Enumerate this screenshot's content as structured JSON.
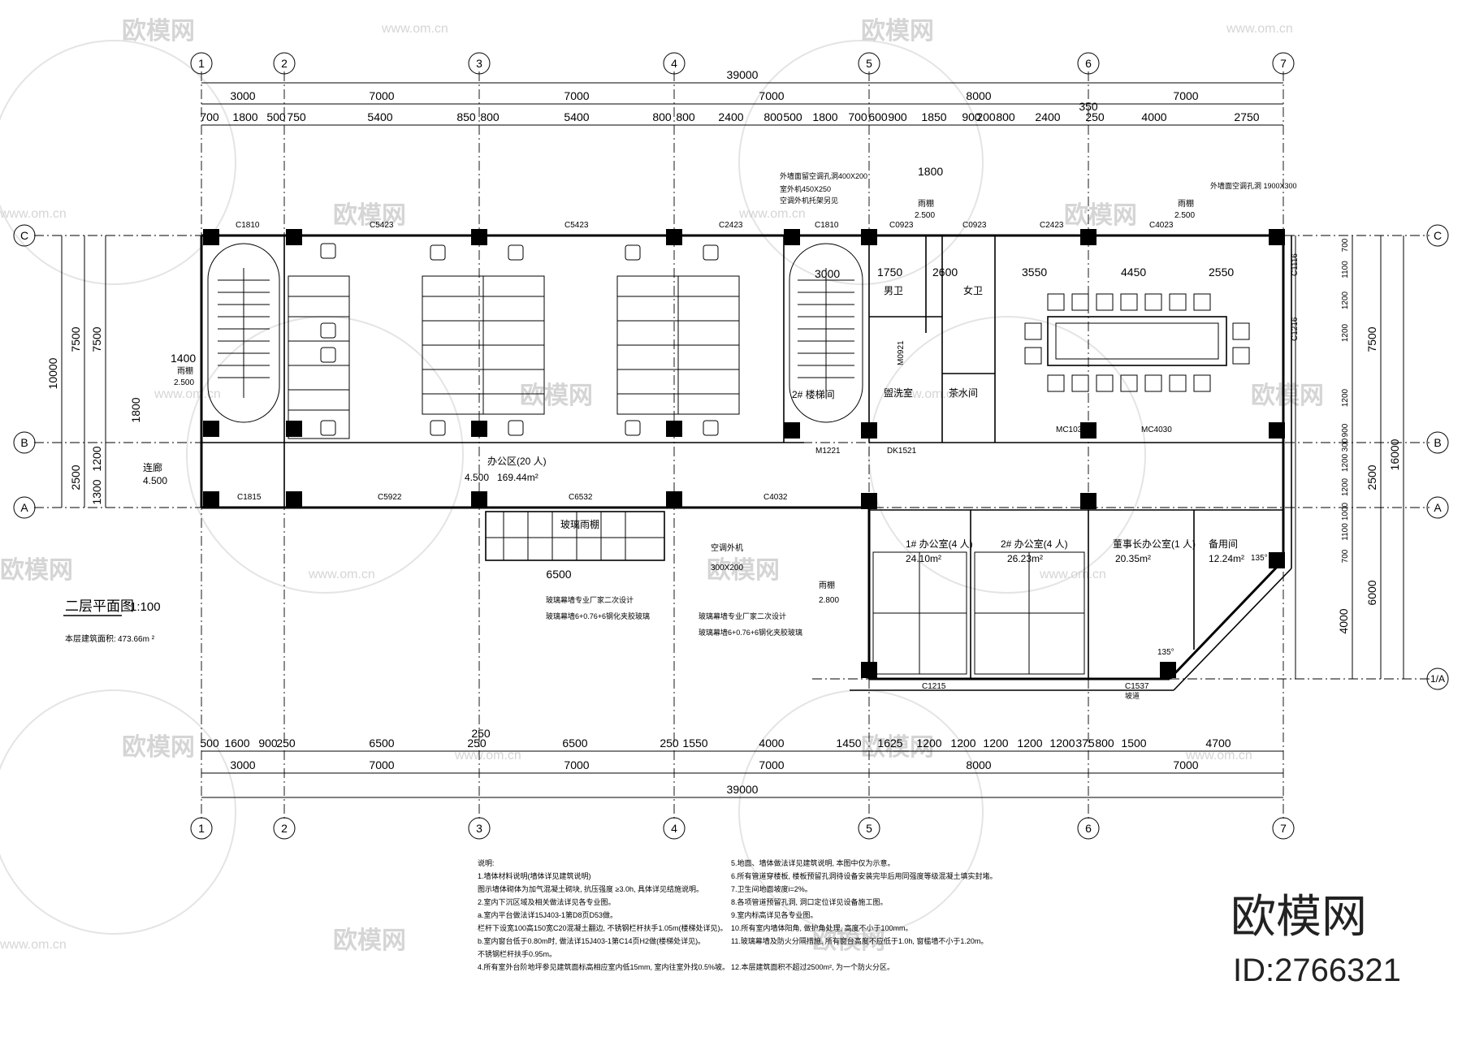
{
  "drawing": {
    "title": "二层平面图",
    "scale": "1:100",
    "area_label": "本层建筑面积:",
    "area_value": "473.66m ²"
  },
  "grid_axes": {
    "columns": [
      "1",
      "2",
      "3",
      "4",
      "5",
      "6",
      "7"
    ],
    "rows": [
      "C",
      "B",
      "A",
      "1/A"
    ]
  },
  "dimensions": {
    "overall": "39000",
    "top_bays": [
      "3000",
      "7000",
      "7000",
      "7000",
      "8000",
      "7000"
    ],
    "top_detail": [
      "700",
      "1800",
      "500",
      "750",
      "5400",
      "850",
      "800",
      "5400",
      "800",
      "800",
      "2400",
      "800",
      "500",
      "1800",
      "700",
      "600",
      "900",
      "1850",
      "900",
      "200",
      "800",
      "2400",
      "250",
      "4000",
      "2750",
      "350"
    ],
    "bottom_bays": [
      "3000",
      "7000",
      "7000",
      "7000",
      "8000",
      "7000"
    ],
    "bottom_detail": [
      "500",
      "1600",
      "900",
      "250",
      "6500",
      "250",
      "6500",
      "250",
      "1550",
      "4000",
      "1450",
      "1625",
      "1200",
      "1200",
      "1200",
      "1200",
      "1200",
      "375",
      "800",
      "1500",
      "4700",
      "250"
    ],
    "left": [
      "10000",
      "7500",
      "7500",
      "2500",
      "1300",
      "1200",
      "1800"
    ],
    "right": [
      "16000",
      "7500",
      "2500",
      "6000",
      "4000",
      "700",
      "1100",
      "1200",
      "1200",
      "1200",
      "900",
      "1200",
      "300",
      "1200",
      "1000",
      "1100",
      "700"
    ]
  },
  "rooms": {
    "office_area": "办公区(20 人)",
    "office_area_size": "169.44m²",
    "office_level": "4.500",
    "stair2": "2# 楼梯间",
    "stair2_dim": "3000",
    "mens_wc": "男卫",
    "womens_wc": "女卫",
    "cleaning": "盥洗室",
    "tea_room": "茶水间",
    "office1": "1# 办公室(4 人)",
    "office1_size": "24.10m²",
    "office2": "2# 办公室(4 人)",
    "office2_size": "26.23m²",
    "chairman": "董事长办公室(1 人)",
    "chairman_size": "20.35m²",
    "storage": "备用间",
    "storage_size": "12.24m²",
    "corridor": "连廊",
    "corridor_level": "4.500",
    "canopy": "雨棚",
    "canopy_level_1": "2.500",
    "canopy_level_2": "2.500",
    "canopy_level_3": "2.500",
    "canopy_level_4": "2.800",
    "glass_canopy": "玻璃雨棚",
    "outdoor_unit": "空调外机",
    "outdoor_size": "300X200"
  },
  "doors_windows": {
    "C1810a": "C1810",
    "C5423a": "C5423",
    "C5423b": "C5423",
    "C2423a": "C2423",
    "C1810b": "C1810",
    "C0923a": "C0923",
    "C0923b": "C0923",
    "C2423b": "C2423",
    "C4023": "C4023",
    "C1815": "C1815",
    "C5922": "C5922",
    "C6532": "C6532",
    "C4032": "C4032",
    "M1221": "M1221",
    "MC1030": "MC1030",
    "MC4030": "MC4030",
    "DK1521": "DK1521",
    "C1215": "C1215",
    "C1537": "C1537",
    "C1116": "C1116",
    "C1216": "C1216",
    "M0921": "M0921"
  },
  "annotations": {
    "ac_hole_top": "外墙面留空调孔洞400X200",
    "ac_hole_top2": "室外机450X250",
    "ac_hole_top3": "空调外机托架另见",
    "ac_hole_right": "外墙面空调孔洞 1900X300",
    "facade_note_1": "玻璃幕墙专业厂家二次设计",
    "facade_note_2": "玻璃幕墙6+0.76+6钢化夹胶玻璃",
    "facade_note_3": "玻璃幕墙专业厂家二次设计",
    "facade_note_4": "玻璃幕墙6+0.76+6钢化夹胶玻璃",
    "slope": "坡道",
    "angle1": "135°",
    "angle2": "135°",
    "dim_1800_top": "1800",
    "dim_1400": "1400",
    "dim_1750": "1750",
    "dim_2600": "2600",
    "dim_3550": "3550",
    "dim_4450": "4450",
    "dim_2550": "2550",
    "dim_6500": "6500"
  },
  "notes": {
    "heading": "说明:",
    "left": [
      "1.墙体材料说明(墙体详见建筑说明)",
      "   图示墙体砌体为加气混凝土砌块, 抗压强度 ≥3.0h, 具体详见结施说明。",
      "2.室内下沉区域及相关做法详见各专业图。",
      "a.室内平台做法详15J403-1第D8页D53做。",
      "   栏杆下设宽100高150宽C20混凝土翻边, 不锈钢栏杆扶手1.05m(楼梯处详见)。",
      "b.室内窗台低于0.80m时, 做法详15J403-1第C14页H2做(楼梯处详见)。",
      "   不锈钢栏杆扶手0.95m。",
      "4.所有室外台阶地坪参见建筑面标高相应室内低15mm, 室内往室外找0.5%坡。"
    ],
    "right": [
      "5.地面、墙体做法详见建筑说明, 本图中仅为示意。",
      "6.所有管道穿楼板, 楼板预留孔洞待设备安装完毕后用同强度等级混凝土填实封堵。",
      "7.卫生间地面坡度i=2%。",
      "8.各项管道预留孔洞, 洞口定位详见设备施工图。",
      "9.室内标高详见各专业图。",
      "10.所有室内墙体阳角, 做护角处理, 高度不小于100mm。",
      "11.玻璃幕墙及防火分隔措施, 所有窗台高度不应低于1.0h, 窗槛墙不小于1.20m。",
      "12.本层建筑面积不超过2500m², 为一个防火分区。"
    ]
  },
  "watermark": {
    "logo_text": "欧模网",
    "site": "www.om.cn",
    "brand": "欧模网",
    "id": "ID:2766321"
  }
}
